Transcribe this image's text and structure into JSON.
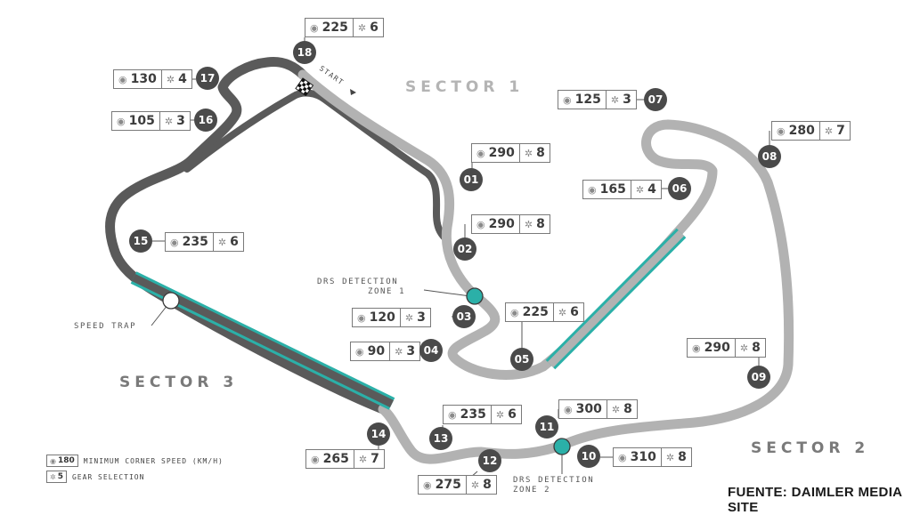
{
  "sectors": [
    "SECTOR 1",
    "SECTOR 2",
    "SECTOR 3"
  ],
  "corners": [
    {
      "num": "01",
      "speed": "290",
      "gear": "8"
    },
    {
      "num": "02",
      "speed": "290",
      "gear": "8"
    },
    {
      "num": "03",
      "speed": "120",
      "gear": "3"
    },
    {
      "num": "04",
      "speed": "90",
      "gear": "3"
    },
    {
      "num": "05",
      "speed": "225",
      "gear": "6"
    },
    {
      "num": "06",
      "speed": "165",
      "gear": "4"
    },
    {
      "num": "07",
      "speed": "125",
      "gear": "3"
    },
    {
      "num": "08",
      "speed": "280",
      "gear": "7"
    },
    {
      "num": "09",
      "speed": "290",
      "gear": "8"
    },
    {
      "num": "10",
      "speed": "310",
      "gear": "8"
    },
    {
      "num": "11",
      "speed": "300",
      "gear": "8"
    },
    {
      "num": "12",
      "speed": "275",
      "gear": "8"
    },
    {
      "num": "13",
      "speed": "235",
      "gear": "6"
    },
    {
      "num": "14",
      "speed": "265",
      "gear": "7"
    },
    {
      "num": "15",
      "speed": "235",
      "gear": "6"
    },
    {
      "num": "16",
      "speed": "105",
      "gear": "3"
    },
    {
      "num": "17",
      "speed": "130",
      "gear": "4"
    },
    {
      "num": "18",
      "speed": "225",
      "gear": "6"
    }
  ],
  "labels": {
    "start": "START",
    "speed_trap": "SPEED TRAP",
    "drs1_line1": "DRS DETECTION",
    "drs1_line2": "ZONE 1",
    "drs2_line1": "DRS DETECTION",
    "drs2_line2": "ZONE 2"
  },
  "legend": [
    {
      "value": "180",
      "icon": "speedometer-icon",
      "text": "MINIMUM CORNER SPEED (KM/H)"
    },
    {
      "value": "5",
      "icon": "gear-icon",
      "text": "GEAR SELECTION"
    }
  ],
  "source": "FUENTE: DAIMLER MEDIA SITE",
  "colors": {
    "track_dark": "#5a5a5a",
    "track_light": "#b2b2b2",
    "drs": "#2bb0a8",
    "marker": "#4a4a4a"
  }
}
